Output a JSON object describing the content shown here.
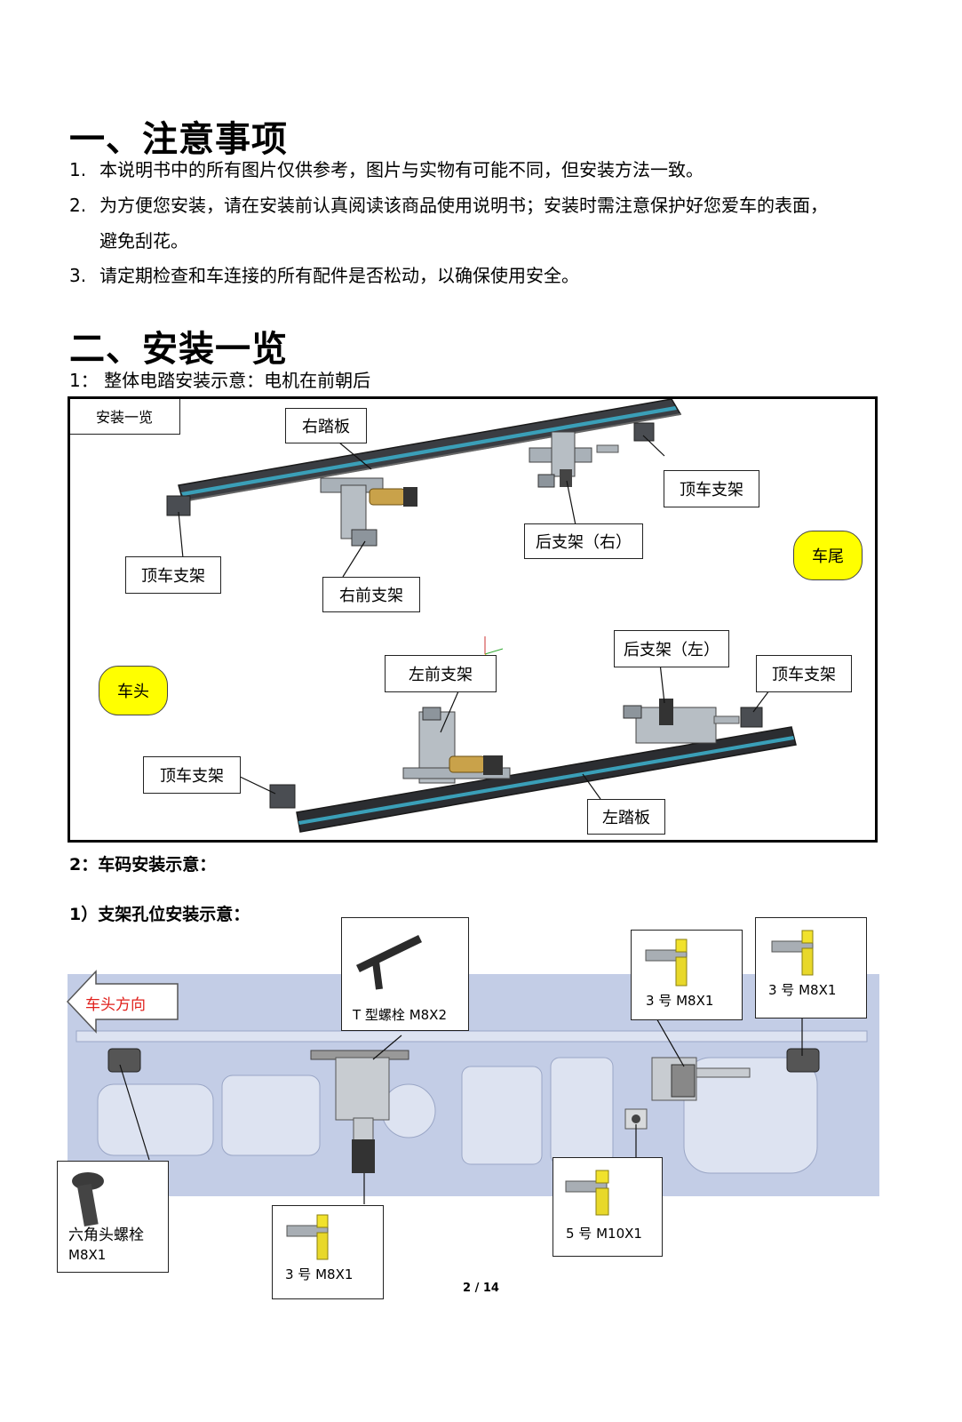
{
  "section1": {
    "title": "一、注意事项",
    "items": [
      {
        "num": "1.",
        "text": "本说明书中的所有图片仅供参考，图片与实物有可能不同，但安装方法一致。"
      },
      {
        "num": "2.",
        "text": "为方便您安装，请在安装前认真阅读该商品使用说明书；安装时需注意保护好您爱车的表面，",
        "cont": "避免刮花。"
      },
      {
        "num": "3.",
        "text": "请定期检查和车连接的所有配件是否松动，以确保使用安全。"
      }
    ]
  },
  "section2": {
    "title": "二、安装一览",
    "sub1": "1：  整体电踏安装示意：电机在前朝后",
    "sub2": "2：车码安装示意：",
    "sub3": "1）支架孔位安装示意："
  },
  "diagram1": {
    "box_title": "安装一览",
    "labels": {
      "right_board": "右踏板",
      "roof_bracket_tr": "顶车支架",
      "rear_bracket_right": "后支架（右）",
      "roof_bracket_l": "顶车支架",
      "right_front_bracket": "右前支架",
      "rear_bracket_left": "后支架（左）",
      "left_front_bracket": "左前支架",
      "roof_bracket_r": "顶车支架",
      "roof_bracket_bl": "顶车支架",
      "left_board": "左踏板"
    },
    "badges": {
      "tail": "车尾",
      "head": "车头"
    }
  },
  "diagram2": {
    "direction": "车头方向",
    "fasteners": {
      "t_bolt": "T 型螺栓 M8X2",
      "no3_a": "3 号 M8X1",
      "no3_b": "3 号 M8X1",
      "hex_bolt_1": "六角头螺栓",
      "hex_bolt_2": "M8X1",
      "no3_c": "3 号 M8X1",
      "no5": "5 号 M10X1"
    }
  },
  "footer": {
    "page": "2 / 14"
  },
  "colors": {
    "badge": "#ffff00",
    "arrow_text": "#e0201c",
    "chassis": "#c3cde6"
  }
}
